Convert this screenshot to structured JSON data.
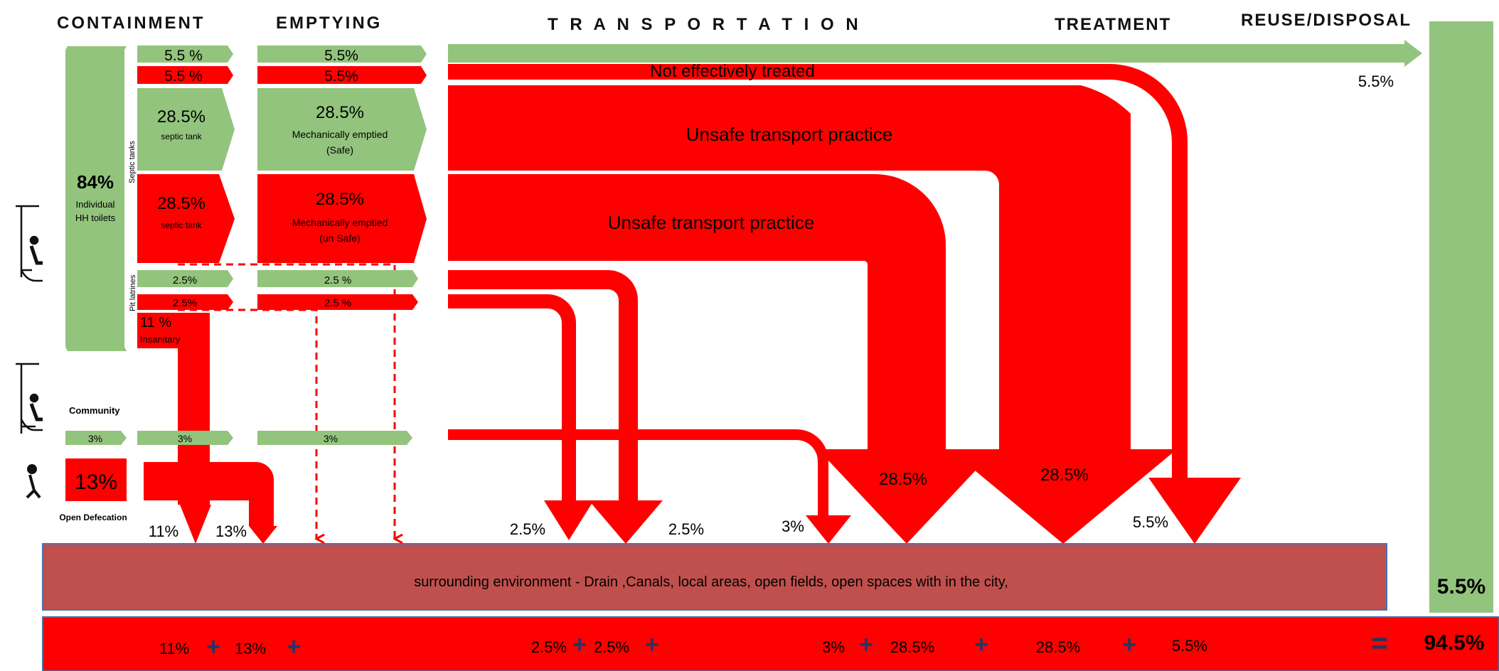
{
  "headers": {
    "containment": "CONTAINMENT",
    "emptying": "EMPTYING",
    "transportation": "T R A N S P O R T A T I O N",
    "treatment": "TREATMENT",
    "reuse_disposal": "REUSE/DISPOSAL"
  },
  "containment": {
    "individual_pct": "84%",
    "individual_label_1": "Individual",
    "individual_label_2": "HH toilets",
    "septic_tanks_label": "Septic tanks",
    "pit_latrines_label": "Pit latrines",
    "row1_pct": "5.5 %",
    "row2_pct": "5.5 %",
    "septic_safe_pct": "28.5%",
    "septic_safe_label": "septic tank",
    "septic_unsafe_pct": "28.5%",
    "septic_unsafe_label": "septic tank",
    "pit_safe_pct": "2.5%",
    "pit_unsafe_pct": "2.5%",
    "insanitary_pct": "11 %",
    "insanitary_label": "Insanitary",
    "community_label": "Community",
    "community_pct": "3%",
    "community_pct2": "3%",
    "open_defecation_pct": "13%",
    "open_defecation_label": "Open Defecation"
  },
  "emptying": {
    "row1_pct": "5.5%",
    "row2_pct": "5.5%",
    "mech_safe_pct": "28.5%",
    "mech_safe_label_1": "Mechanically  emptied",
    "mech_safe_label_2": "(Safe)",
    "mech_unsafe_pct": "28.5%",
    "mech_unsafe_label_1": "Mechanically  emptied",
    "mech_unsafe_label_2": "(un  Safe)",
    "pit_safe_pct": "2.5 %",
    "pit_unsafe_pct": "2.5 %",
    "community_pct": "3%"
  },
  "transport": {
    "not_treated": "Not effectively treated",
    "unsafe_1": "Unsafe transport practice",
    "unsafe_2": "Unsafe transport practice"
  },
  "outflows": {
    "o1": "11%",
    "o2": "13%",
    "o3": "2.5%",
    "o4": "2.5%",
    "o5": "3%",
    "o6": "28.5%",
    "o7": "28.5%",
    "o8": "5.5%",
    "reuse_top": "5.5%",
    "reuse_bar": "5.5%"
  },
  "environment": {
    "label": "surrounding  environment - Drain ,Canals,  local areas,  open  fields, open spaces with in the city,"
  },
  "total_row": {
    "t1": "11%",
    "t2": "13%",
    "t3": "2.5%",
    "t4": "2.5%",
    "t5": "3%",
    "t6": "28.5%",
    "t7": "28.5%",
    "t8": "5.5%",
    "plus": "+",
    "equals": "=",
    "total": "94.5%"
  },
  "colors": {
    "safe_green": "#93c47d",
    "unsafe_red": "#ff0000",
    "environment": "#c0504d",
    "outline": "#7f7f7f"
  }
}
